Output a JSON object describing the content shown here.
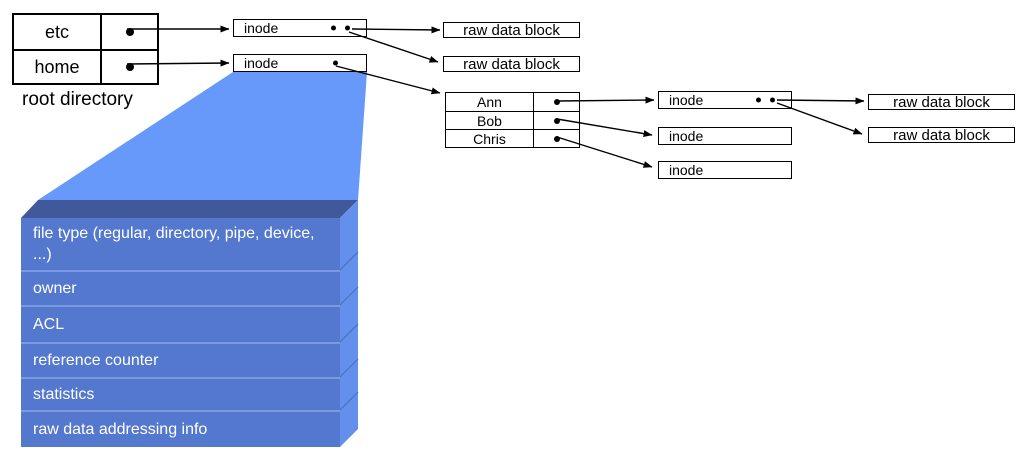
{
  "labels": {
    "root_directory": "root directory",
    "inode": "inode",
    "raw_data_block": "raw data block"
  },
  "root_directory": {
    "rows": [
      {
        "name": "etc"
      },
      {
        "name": "home"
      }
    ]
  },
  "user_directory": {
    "rows": [
      {
        "name": "Ann"
      },
      {
        "name": "Bob"
      },
      {
        "name": "Chris"
      }
    ]
  },
  "inode_detail": {
    "fields": [
      "file type (regular, directory, pipe, device, ...)",
      "owner",
      "ACL",
      "reference counter",
      "statistics",
      "raw data addressing info"
    ]
  },
  "colors": {
    "funnel": "#6699fa",
    "stack_front": "#5578cf",
    "stack_top": "#41599b",
    "stack_side": "#6390ec",
    "stack_separator": "#7b9ae0",
    "arrow": "#000000"
  }
}
